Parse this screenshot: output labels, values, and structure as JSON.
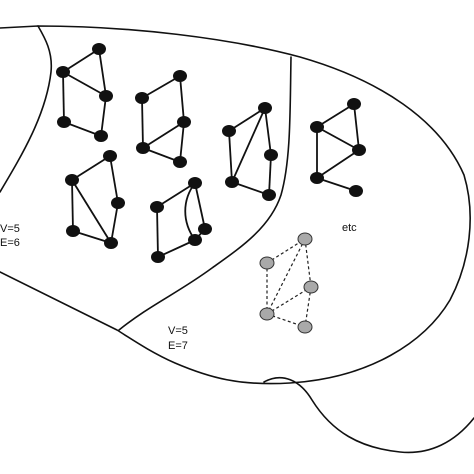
{
  "labels": {
    "region_left_v": "V=5",
    "region_left_e": "E=6",
    "region_bottom_v": "V=5",
    "region_bottom_e": "E=7",
    "etc": "etc"
  },
  "colors": {
    "stroke": "#111111",
    "node_fill": "#111111",
    "gray_node_fill": "#a9a9a9"
  }
}
